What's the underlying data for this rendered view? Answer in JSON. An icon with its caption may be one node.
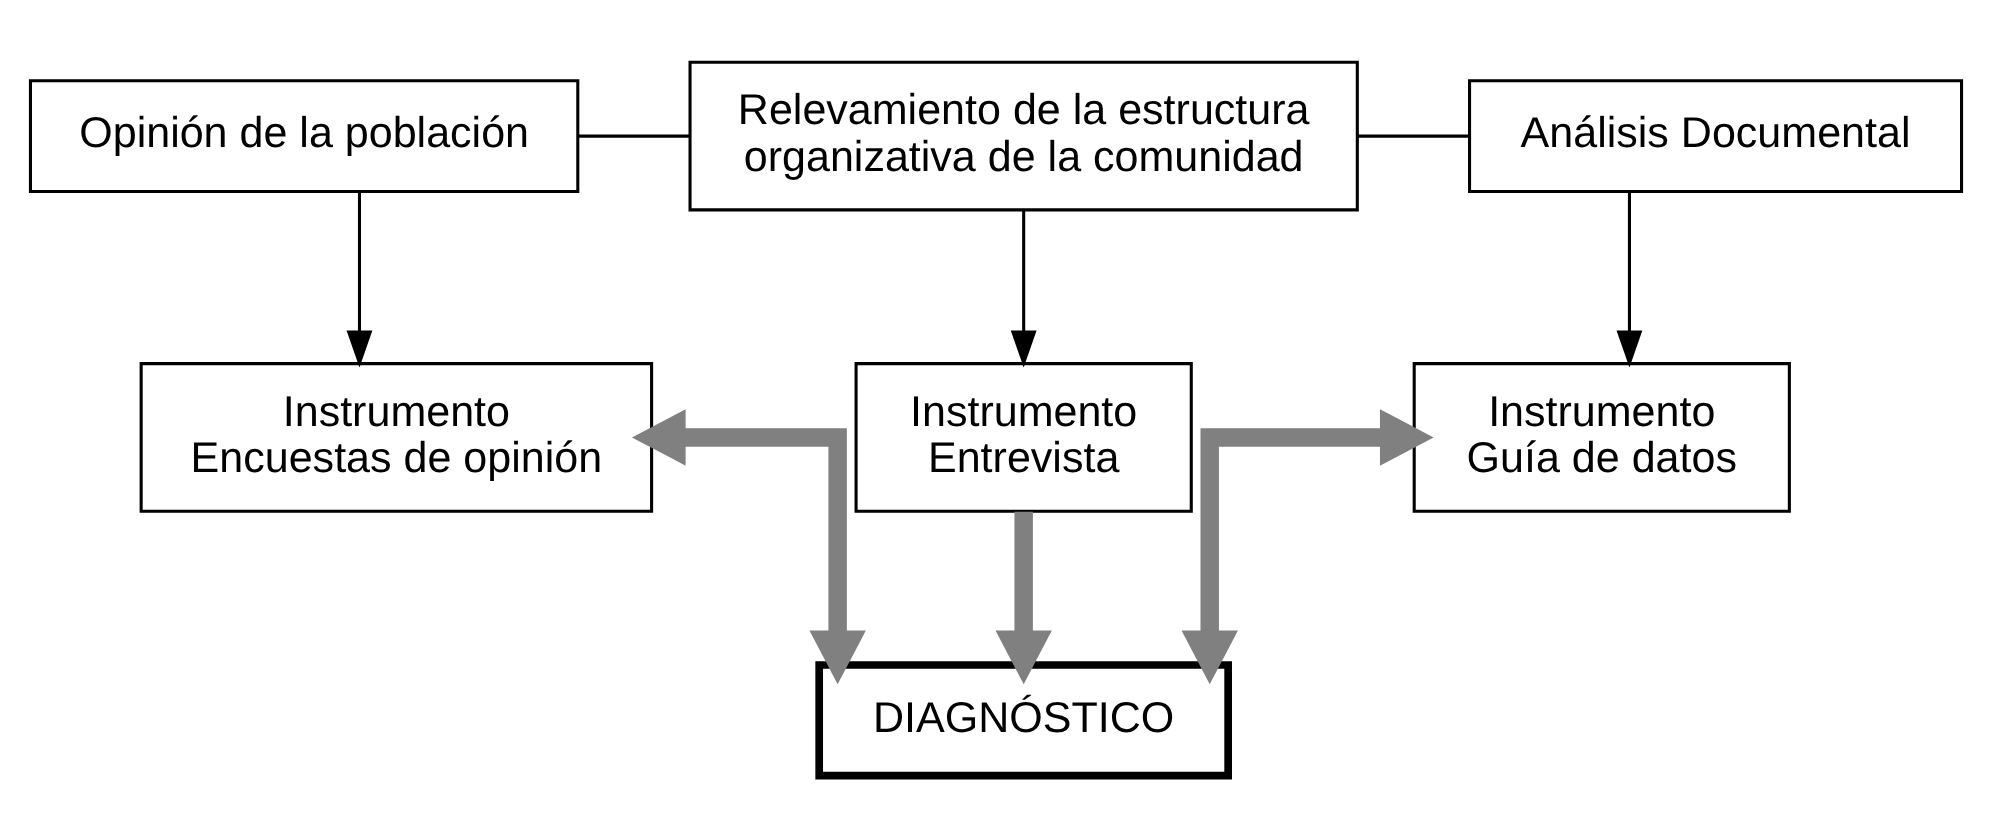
{
  "diagram": {
    "nodes": [
      {
        "text": [
          "Opinión de la población"
        ]
      },
      {
        "text": [
          "Relevamiento de la estructura organizativa de la comunidad"
        ]
      },
      {
        "text": [
          "Análisis Documental"
        ]
      },
      {
        "text": [
          "Instrumento",
          "Encuestas de opinión"
        ]
      },
      {
        "text": [
          "Instrumento",
          "Entrevista"
        ]
      },
      {
        "text": [
          "Instrumento",
          "Guía de datos"
        ]
      },
      {
        "text": [
          "DIAGNÓSTICO"
        ]
      }
    ],
    "edges": [
      {
        "from": 0,
        "to": 1,
        "arrow": "none"
      },
      {
        "from": 1,
        "to": 2,
        "arrow": "none"
      },
      {
        "from": 0,
        "to": 3,
        "arrow": "to"
      },
      {
        "from": 1,
        "to": 4,
        "arrow": "to"
      },
      {
        "from": 2,
        "to": 5,
        "arrow": "to"
      },
      {
        "from": 3,
        "to": 6,
        "arrow": "both",
        "style": "thick",
        "color": "#808080"
      },
      {
        "from": 4,
        "to": 6,
        "arrow": "to",
        "style": "thick",
        "color": "#808080"
      },
      {
        "from": 5,
        "to": 6,
        "arrow": "both",
        "style": "thick",
        "color": "#808080"
      }
    ]
  }
}
